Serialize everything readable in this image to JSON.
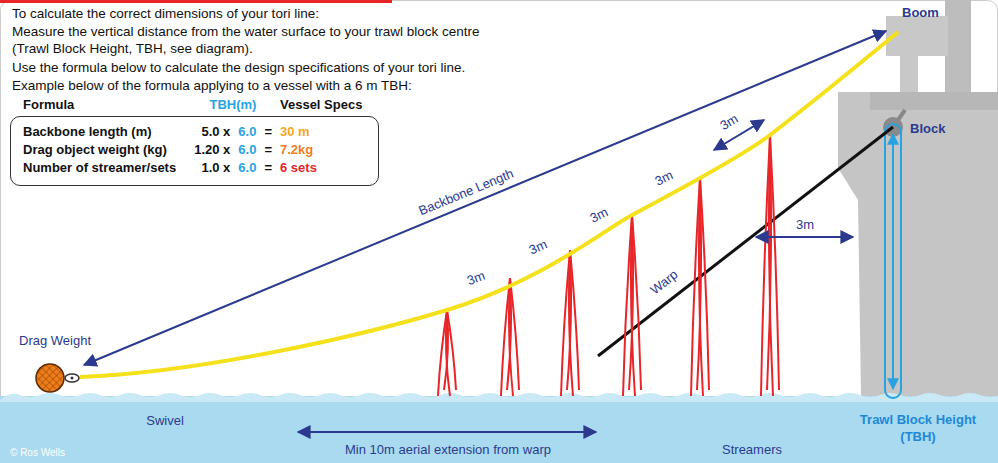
{
  "diagram": {
    "nodes": [
      {
        "text": [
          "Formula",
          "TBH(m)",
          "Vessel Specs",
          "Backbone length (m)",
          "5.0 x",
          "6.0",
          "=",
          "30 m",
          "Drag object weight (kg)",
          "1.20 x",
          "6.0",
          "=",
          "7.2kg",
          "Number of streamer/sets",
          "1.0 x",
          "6.0",
          "=",
          "6 sets"
        ]
      }
    ],
    "edges": [],
    "labels": [
      "To calculate the correct dimensions of your tori line:",
      "Measure the vertical distance from the water surface to your trawl block centre (Trawl Block Height, TBH, see diagram).",
      "Use the formula below to calculate the design specifications of your tori line.",
      "Example below of the formula applying to a vessel with a 6 m TBH:",
      "Boom",
      "Block",
      "Backbone Length",
      "3m",
      "3m",
      "3m",
      "3m",
      "3m",
      "3m",
      "Warp",
      "Drag Weight",
      "Swivel",
      "Min 10m aerial extension from warp",
      "Streamers",
      "Trawl Block Height (TBH)",
      "© Ros Wells"
    ]
  }
}
